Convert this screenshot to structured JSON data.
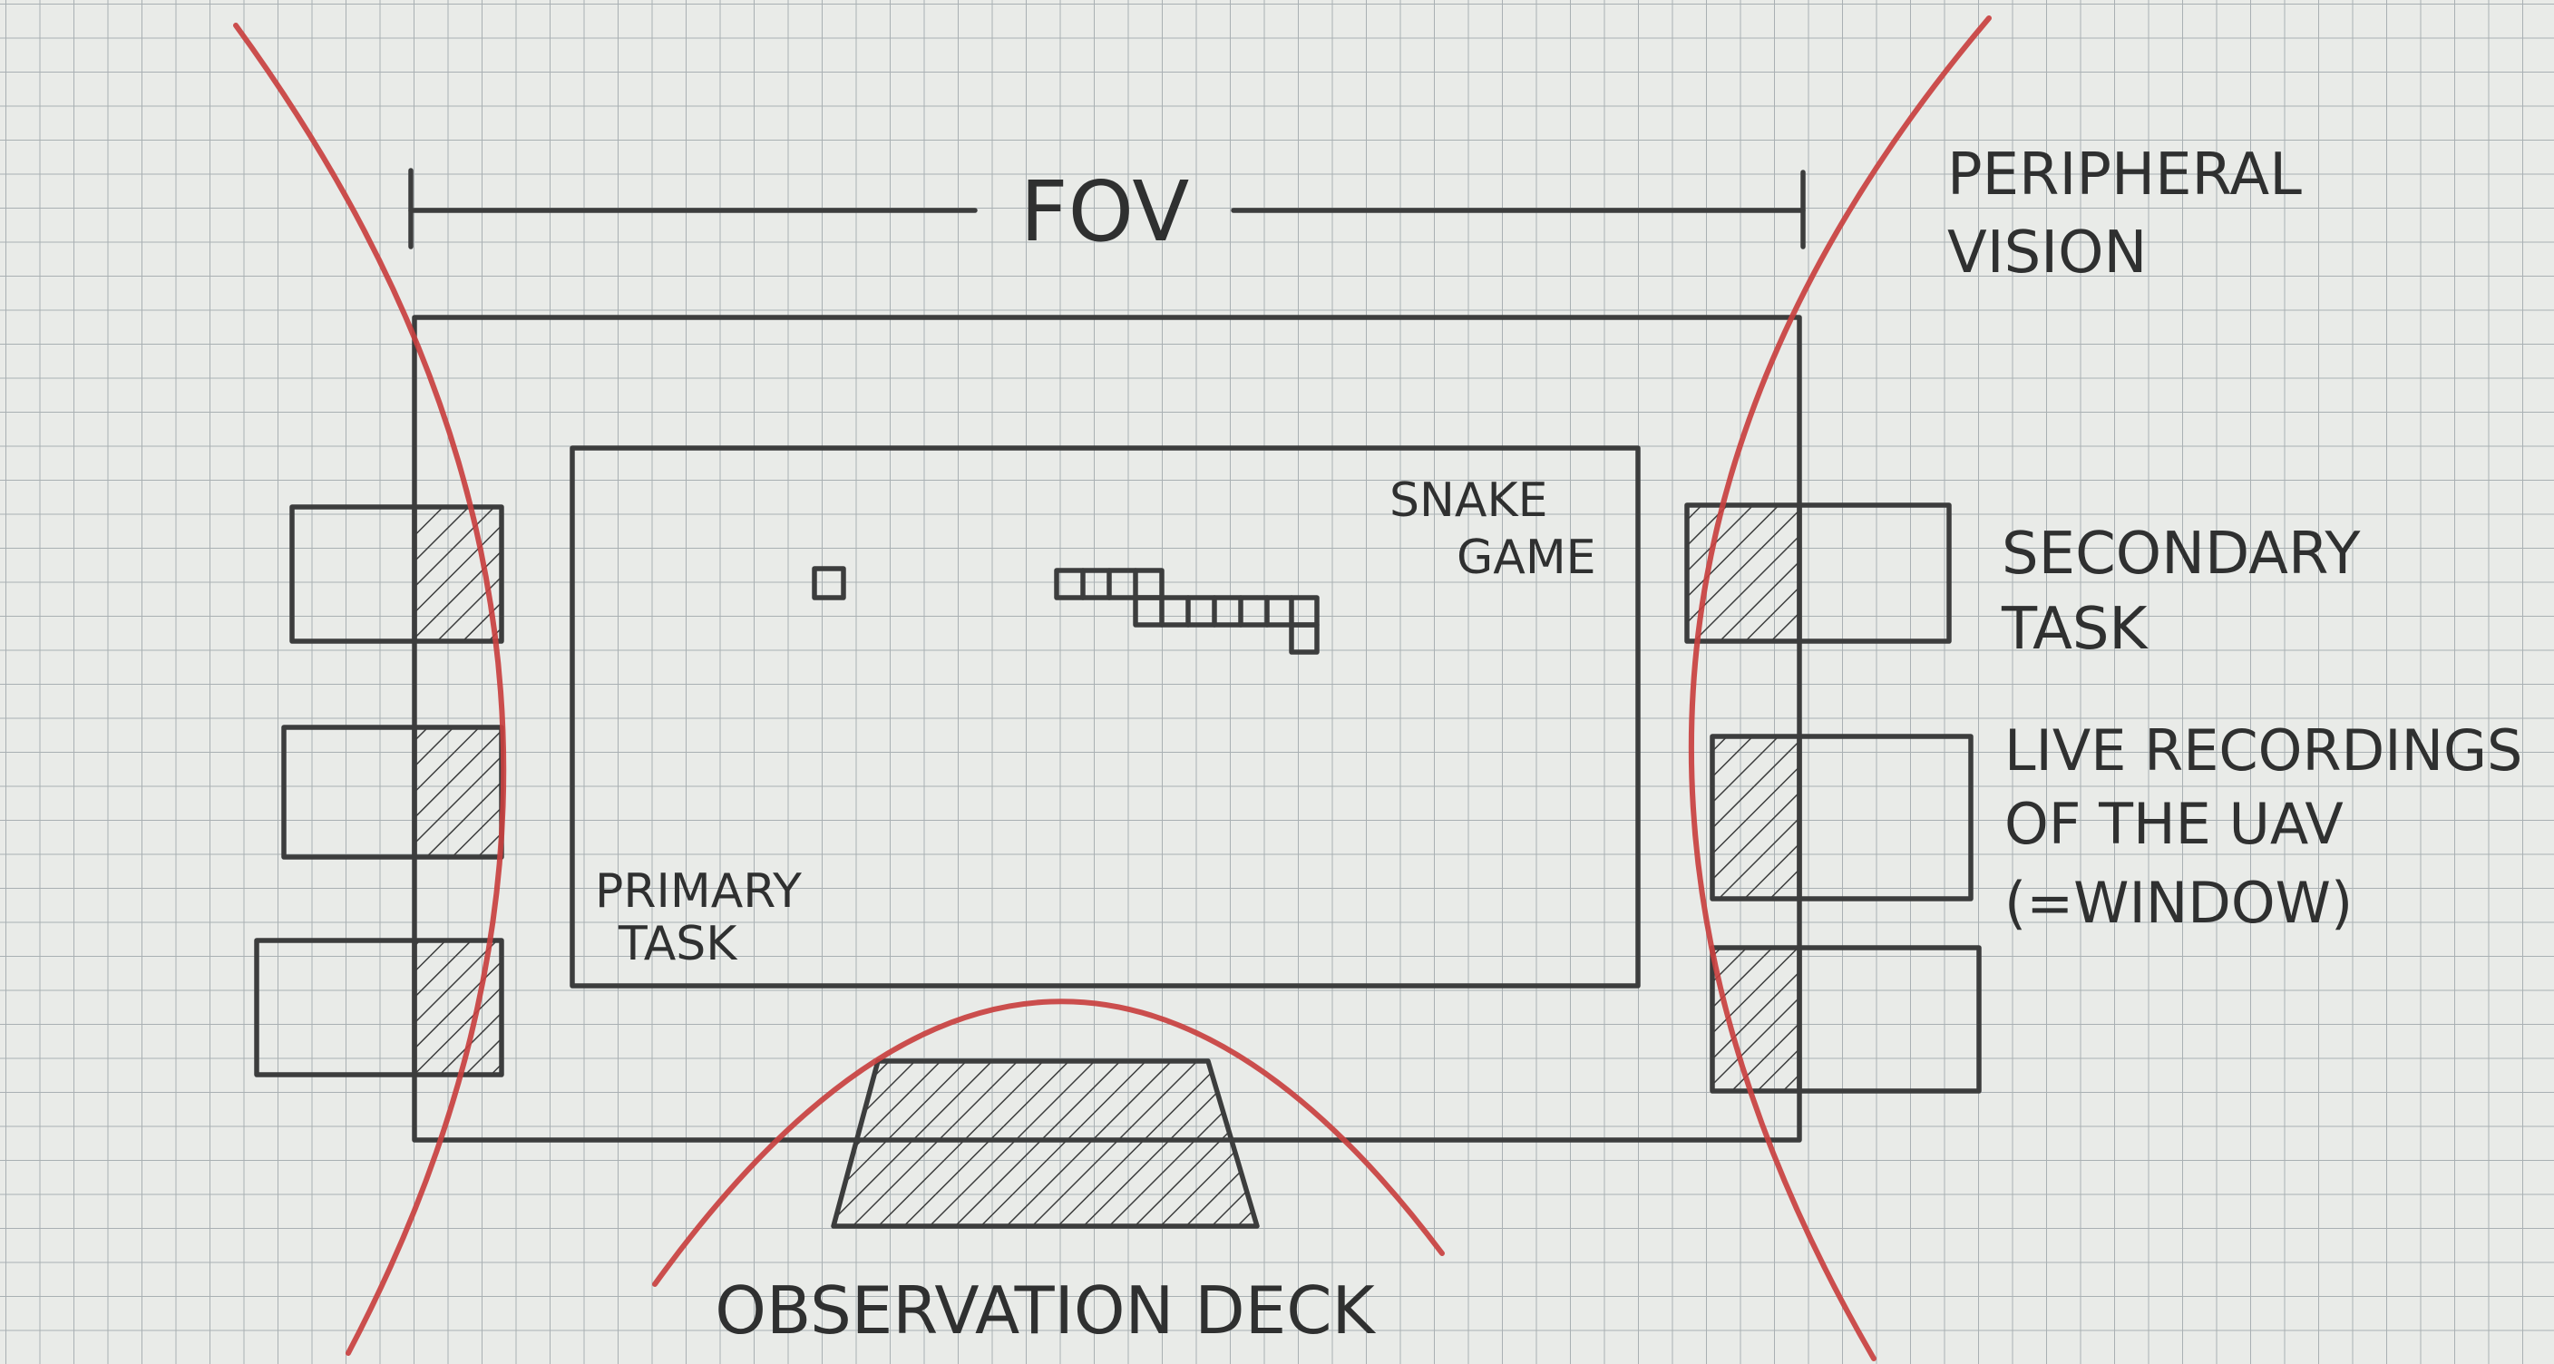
{
  "labels": {
    "fov": "FOV",
    "peripheral_vision": [
      "PERIPHERAL",
      "VISION"
    ],
    "snake_game": [
      "SNAKE",
      "GAME"
    ],
    "primary_task": [
      "PRIMARY",
      "TASK"
    ],
    "secondary_task": [
      "SECONDARY",
      "TASK"
    ],
    "live_recordings": [
      "LIVE RECORDINGS",
      "OF THE UAV",
      "(=WINDOW)"
    ],
    "observation_deck": "OBSERVATION DECK"
  },
  "colors": {
    "paper": "#e9ebe8",
    "grid": "#a9b0b3",
    "pencil": "#3c3d3d",
    "peripheral_line": "#c8403f"
  }
}
